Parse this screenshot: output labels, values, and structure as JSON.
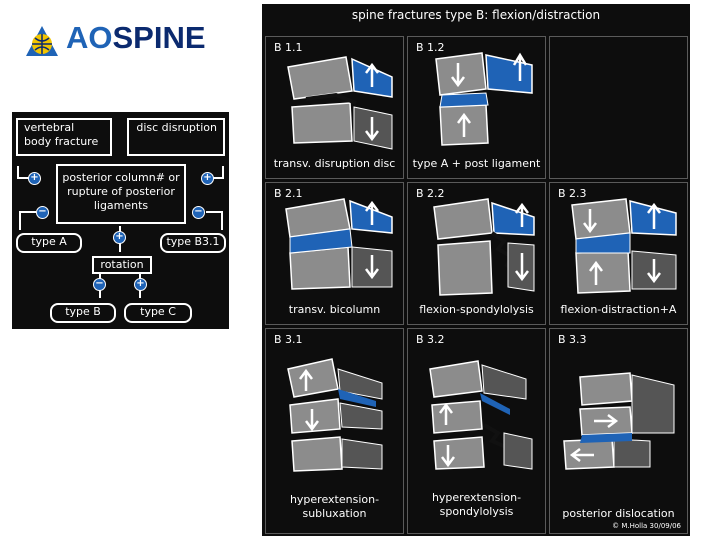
{
  "logo": {
    "prefix": "AO",
    "suffix": "SPINE"
  },
  "flowchart": {
    "box_vertebral": "vertebral body fracture",
    "box_disc": "disc disruption",
    "box_posterior": "posterior column# or rupture of posterior ligaments",
    "type_a": "type A",
    "type_b31": "type B3.1",
    "rotation": "rotation",
    "type_b": "type B",
    "type_c": "type C",
    "plus": "+",
    "minus": "−"
  },
  "panel": {
    "title": "spine fractures type B: flexion/distraction",
    "cells": [
      {
        "code": "B 1.1",
        "caption": "transv. disruption disc"
      },
      {
        "code": "B 1.2",
        "caption": "type A + post ligament"
      },
      {
        "code": "B 2.1",
        "caption": "transv. bicolumn"
      },
      {
        "code": "B 2.2",
        "caption": "flexion-spondylolysis"
      },
      {
        "code": "B 2.3",
        "caption": "flexion-distraction+A"
      },
      {
        "code": "B 3.1",
        "caption": "hyperextension-\nsubluxation"
      },
      {
        "code": "B 3.2",
        "caption": "hyperextension-\nspondylolysis"
      },
      {
        "code": "B 3.3",
        "caption": "posterior dislocation"
      }
    ],
    "credit": "© M.Holla 30/09/06"
  },
  "colors": {
    "accent": "#1f63b6",
    "bone": "#8c8c8c",
    "background": "#0d0d0d"
  }
}
